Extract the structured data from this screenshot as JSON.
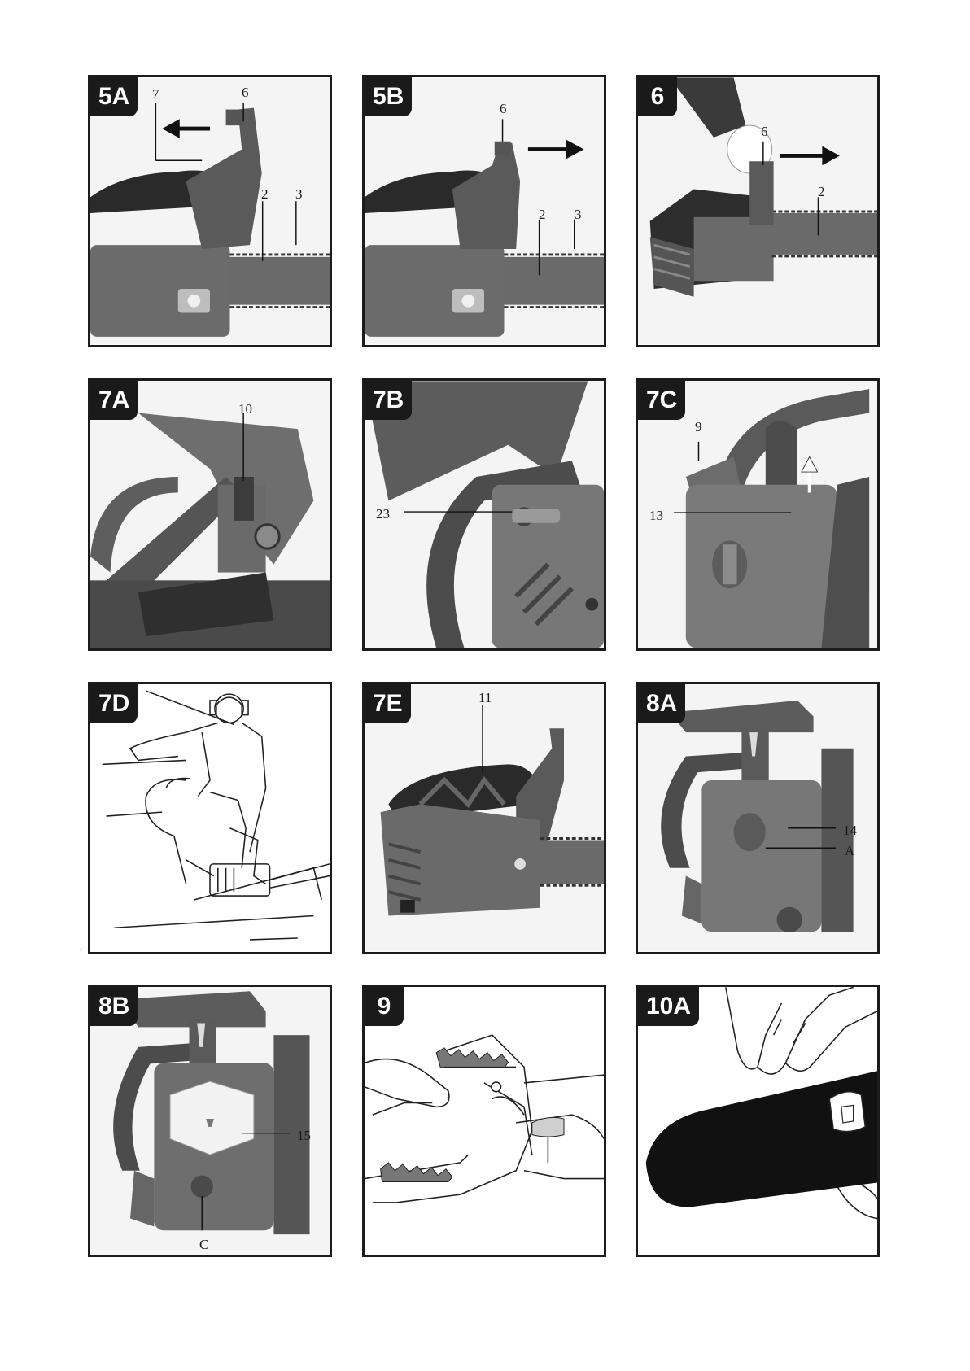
{
  "panels": [
    {
      "id": "5A",
      "callouts": [
        "7",
        "6",
        "2",
        "3"
      ]
    },
    {
      "id": "5B",
      "callouts": [
        "6",
        "2",
        "3"
      ]
    },
    {
      "id": "6",
      "callouts": [
        "6",
        "2"
      ]
    },
    {
      "id": "7A",
      "callouts": [
        "10"
      ]
    },
    {
      "id": "7B",
      "callouts": [
        "23"
      ]
    },
    {
      "id": "7C",
      "callouts": [
        "9",
        "13"
      ]
    },
    {
      "id": "7D",
      "callouts": []
    },
    {
      "id": "7E",
      "callouts": [
        "11"
      ]
    },
    {
      "id": "8A",
      "callouts": [
        "14",
        "A"
      ]
    },
    {
      "id": "8B",
      "callouts": [
        "15",
        "C"
      ]
    },
    {
      "id": "9",
      "callouts": []
    },
    {
      "id": "10A",
      "callouts": []
    }
  ],
  "stray_mark": "."
}
